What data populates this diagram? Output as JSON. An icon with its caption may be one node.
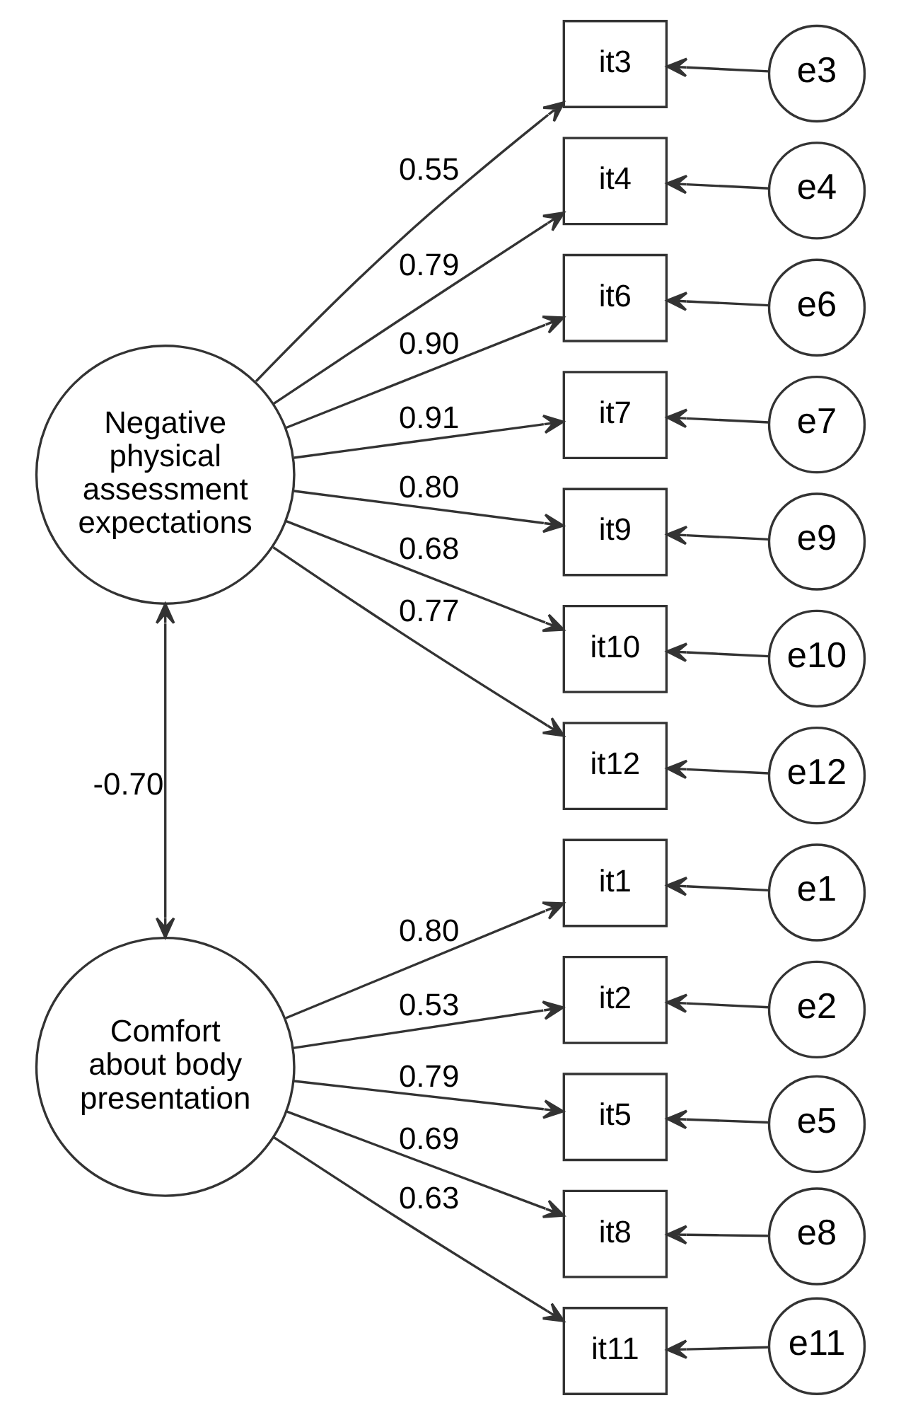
{
  "diagram": {
    "nodes": [
      {
        "text": [
          "Negative physical assessment expectations"
        ]
      },
      {
        "text": [
          "it3"
        ]
      },
      {
        "text": [
          "e3"
        ]
      },
      {
        "text": [
          "it4"
        ]
      },
      {
        "text": [
          "e4"
        ]
      },
      {
        "text": [
          "it6"
        ]
      },
      {
        "text": [
          "e6"
        ]
      },
      {
        "text": [
          "it7"
        ]
      },
      {
        "text": [
          "e7"
        ]
      },
      {
        "text": [
          "it9"
        ]
      },
      {
        "text": [
          "e9"
        ]
      },
      {
        "text": [
          "it10"
        ]
      },
      {
        "text": [
          "e10"
        ]
      },
      {
        "text": [
          "it12"
        ]
      },
      {
        "text": [
          "e12"
        ]
      },
      {
        "text": [
          "Comfort about body presentation"
        ]
      },
      {
        "text": [
          "it1"
        ]
      },
      {
        "text": [
          "e1"
        ]
      },
      {
        "text": [
          "it2"
        ]
      },
      {
        "text": [
          "e2"
        ]
      },
      {
        "text": [
          "it5"
        ]
      },
      {
        "text": [
          "e5"
        ]
      },
      {
        "text": [
          "it8"
        ]
      },
      {
        "text": [
          "e8"
        ]
      },
      {
        "text": [
          "it11"
        ]
      },
      {
        "text": [
          "e11"
        ]
      }
    ],
    "edges": [
      {
        "from": 0,
        "to": 15,
        "arrow": "both",
        "label": "-0.70"
      },
      {
        "from": 0,
        "to": 1,
        "arrow": "to",
        "label": "0.55"
      },
      {
        "from": 0,
        "to": 3,
        "arrow": "to",
        "label": "0.79"
      },
      {
        "from": 0,
        "to": 5,
        "arrow": "to",
        "label": "0.90"
      },
      {
        "from": 0,
        "to": 7,
        "arrow": "to",
        "label": "0.91"
      },
      {
        "from": 0,
        "to": 9,
        "arrow": "to",
        "label": "0.80"
      },
      {
        "from": 0,
        "to": 11,
        "arrow": "to",
        "label": "0.68"
      },
      {
        "from": 0,
        "to": 13,
        "arrow": "to",
        "label": "0.77"
      },
      {
        "from": 2,
        "to": 1,
        "arrow": "to"
      },
      {
        "from": 4,
        "to": 3,
        "arrow": "to"
      },
      {
        "from": 6,
        "to": 5,
        "arrow": "to"
      },
      {
        "from": 8,
        "to": 7,
        "arrow": "to"
      },
      {
        "from": 10,
        "to": 9,
        "arrow": "to"
      },
      {
        "from": 12,
        "to": 11,
        "arrow": "to"
      },
      {
        "from": 14,
        "to": 13,
        "arrow": "to"
      },
      {
        "from": 15,
        "to": 16,
        "arrow": "to",
        "label": "0.80"
      },
      {
        "from": 15,
        "to": 18,
        "arrow": "to",
        "label": "0.53"
      },
      {
        "from": 15,
        "to": 20,
        "arrow": "to",
        "label": "0.79"
      },
      {
        "from": 15,
        "to": 22,
        "arrow": "to",
        "label": "0.69"
      },
      {
        "from": 15,
        "to": 24,
        "arrow": "to",
        "label": "0.63"
      },
      {
        "from": 17,
        "to": 16,
        "arrow": "to"
      },
      {
        "from": 19,
        "to": 18,
        "arrow": "to"
      },
      {
        "from": 21,
        "to": 20,
        "arrow": "to"
      },
      {
        "from": 23,
        "to": 22,
        "arrow": "to"
      },
      {
        "from": 25,
        "to": 24,
        "arrow": "to"
      }
    ]
  }
}
